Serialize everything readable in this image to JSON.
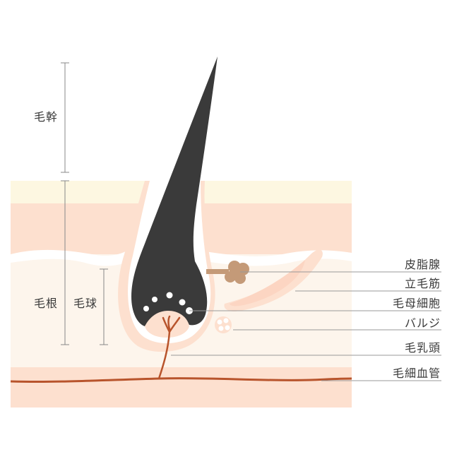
{
  "left_labels": {
    "hair_shaft": "毛幹",
    "hair_root": "毛根",
    "hair_bulb": "毛球"
  },
  "right_labels": {
    "sebaceous_gland": "皮脂腺",
    "arrector_pili": "立毛筋",
    "matrix_cells": "毛母細胞",
    "bulge": "バルジ",
    "dermal_papilla": "毛乳頭",
    "capillary": "毛細血管"
  },
  "colors": {
    "epidermis": "#fdf7e1",
    "dermis": "#fde0cf",
    "subcutis": "#fdf4ec",
    "hair": "#3a3a3a",
    "sebaceous": "#c49a78",
    "capillary": "#b8542c",
    "line": "#888888"
  }
}
